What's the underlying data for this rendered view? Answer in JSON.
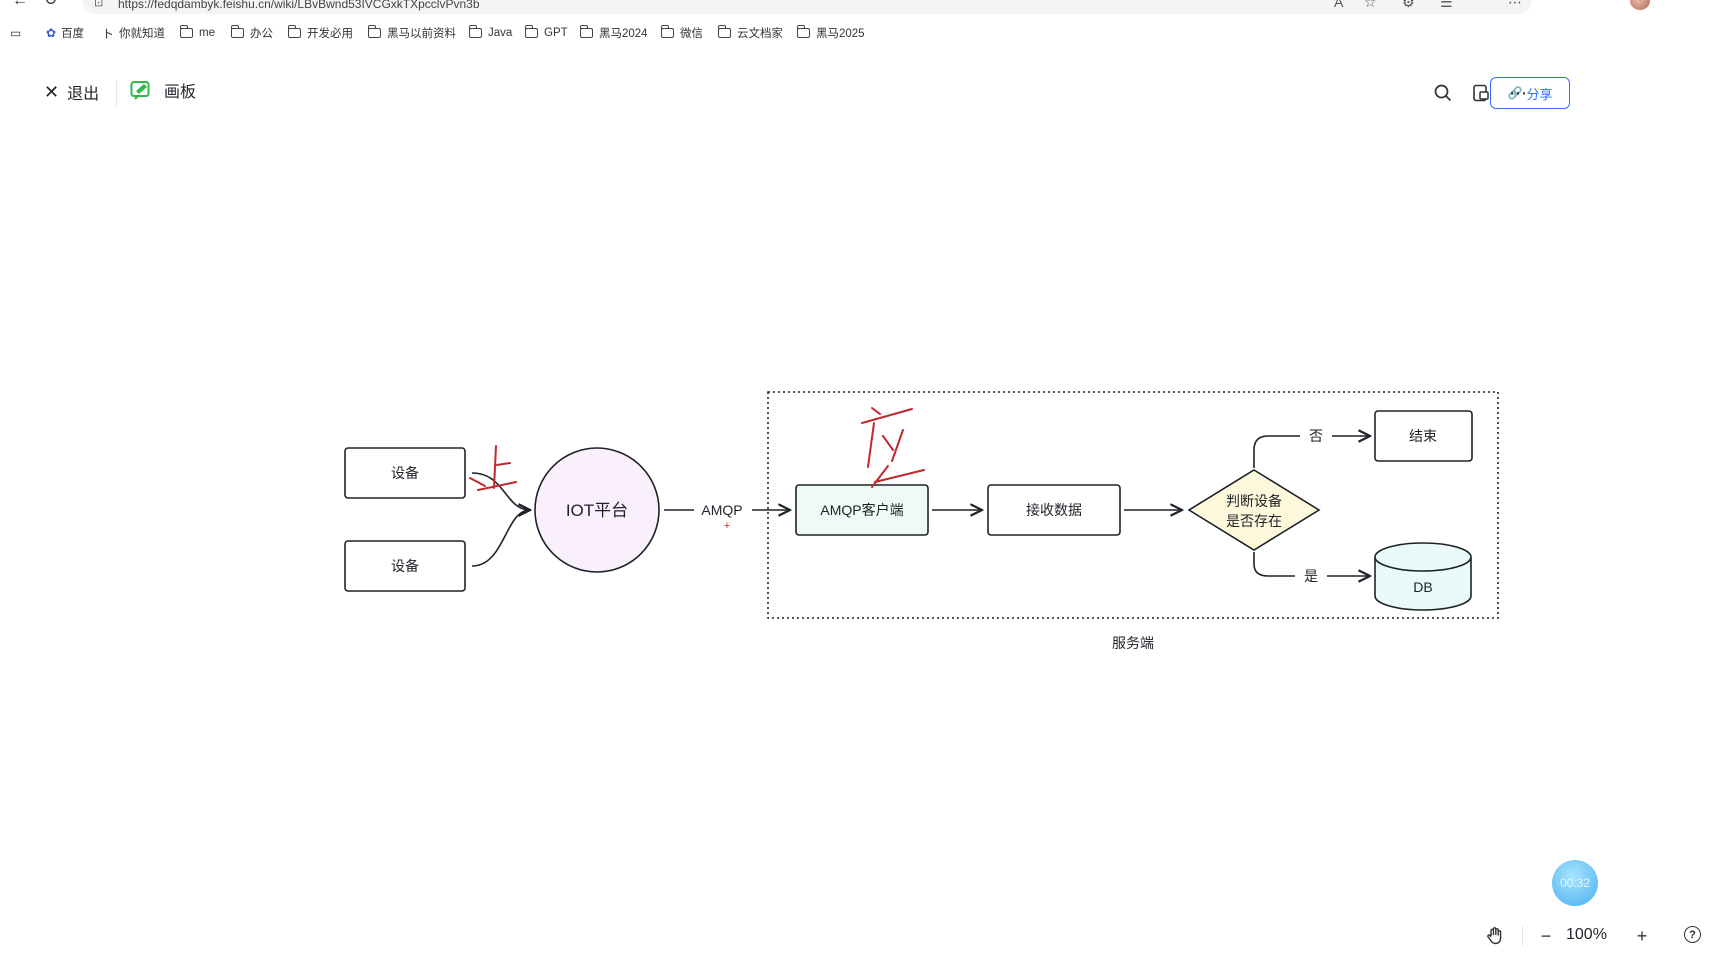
{
  "browser": {
    "url": "https://fedqdambyk.feishu.cn/wiki/LBvBwnd53IVCGxkTXpcclvPvn3b",
    "bookmarks": [
      {
        "label": "百度",
        "icon": "paw-icon"
      },
      {
        "label": "你就知道",
        "icon": "letter-icon"
      },
      {
        "label": "me",
        "icon": "folder-icon"
      },
      {
        "label": "办公",
        "icon": "folder-icon"
      },
      {
        "label": "开发必用",
        "icon": "folder-icon"
      },
      {
        "label": "黑马以前资料",
        "icon": "folder-icon"
      },
      {
        "label": "Java",
        "icon": "folder-icon"
      },
      {
        "label": "GPT",
        "icon": "folder-icon"
      },
      {
        "label": "黑马2024",
        "icon": "folder-icon"
      },
      {
        "label": "微信",
        "icon": "folder-icon"
      },
      {
        "label": "云文档家",
        "icon": "folder-icon"
      },
      {
        "label": "黑马2025",
        "icon": "folder-icon"
      }
    ]
  },
  "toolbar": {
    "exit_label": "退出",
    "board_label": "画板",
    "share_label": "分享"
  },
  "diagram": {
    "device_top": "设备",
    "device_bottom": "设备",
    "iot_platform": "IOT平台",
    "amqp_edge": "AMQP",
    "amqp_client": "AMQP客户端",
    "receive_data": "接收数据",
    "decision_line1": "判断设备",
    "decision_line2": "是否存在",
    "no_label": "否",
    "yes_label": "是",
    "end_node": "结束",
    "db_node": "DB",
    "group_label": "服务端",
    "handwriting_left": "上",
    "handwriting_right": "应",
    "colors": {
      "iot_fill": "#f9f0fb",
      "client_fill": "#eefaf4",
      "decision_fill": "#fdf8dc",
      "db_fill": "#eafaf8",
      "ink": "#c0282d"
    }
  },
  "footer": {
    "timer": "00:32",
    "zoom": "100%"
  }
}
